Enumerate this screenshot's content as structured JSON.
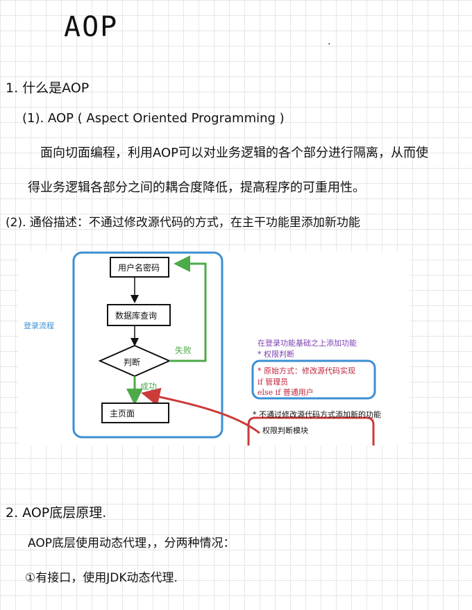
{
  "page": {
    "title": "AOP",
    "dot": "·",
    "line1": "1. 什么是AOP",
    "line2": "(1). AOP ( Aspect Oriented Programming )",
    "line3": "面向切面编程，利用AOP可以对业务逻辑的各个部分进行隔离，从而使",
    "line4": "得业务逻辑各部分之间的耦合度降低，提高程序的可重用性。",
    "line5": "(2). 通俗描述：不通过修改源代码的方式，在主干功能里添加新功能",
    "line6": "2. AOP底层原理.",
    "line7": "AOP底层使用动态代理，，分两种情况：",
    "line8": "①有接口，使用JDK动态代理."
  },
  "diagram": {
    "login_label": "登录流程",
    "box_user": "用户名密码",
    "box_db": "数据库查询",
    "box_judge": "判断",
    "fail": "失败",
    "success": "成功",
    "box_main": "主页面",
    "add_title": "在登录功能基础之上添加功能",
    "add_item": "* 权限判断",
    "orig_1": "* 原始方式：修改源代码实现",
    "orig_2": "if 管理员",
    "orig_3": "else if 普通用户",
    "new_title": "* 不通过修改源代码方式添加新的功能",
    "perm_module": "权限判断模块",
    "colors": {
      "blue": "#3b8fd4",
      "green": "#4caa48",
      "red": "#cc3a3a",
      "purple": "#7b3fb0",
      "crimson": "#c0243c"
    }
  }
}
